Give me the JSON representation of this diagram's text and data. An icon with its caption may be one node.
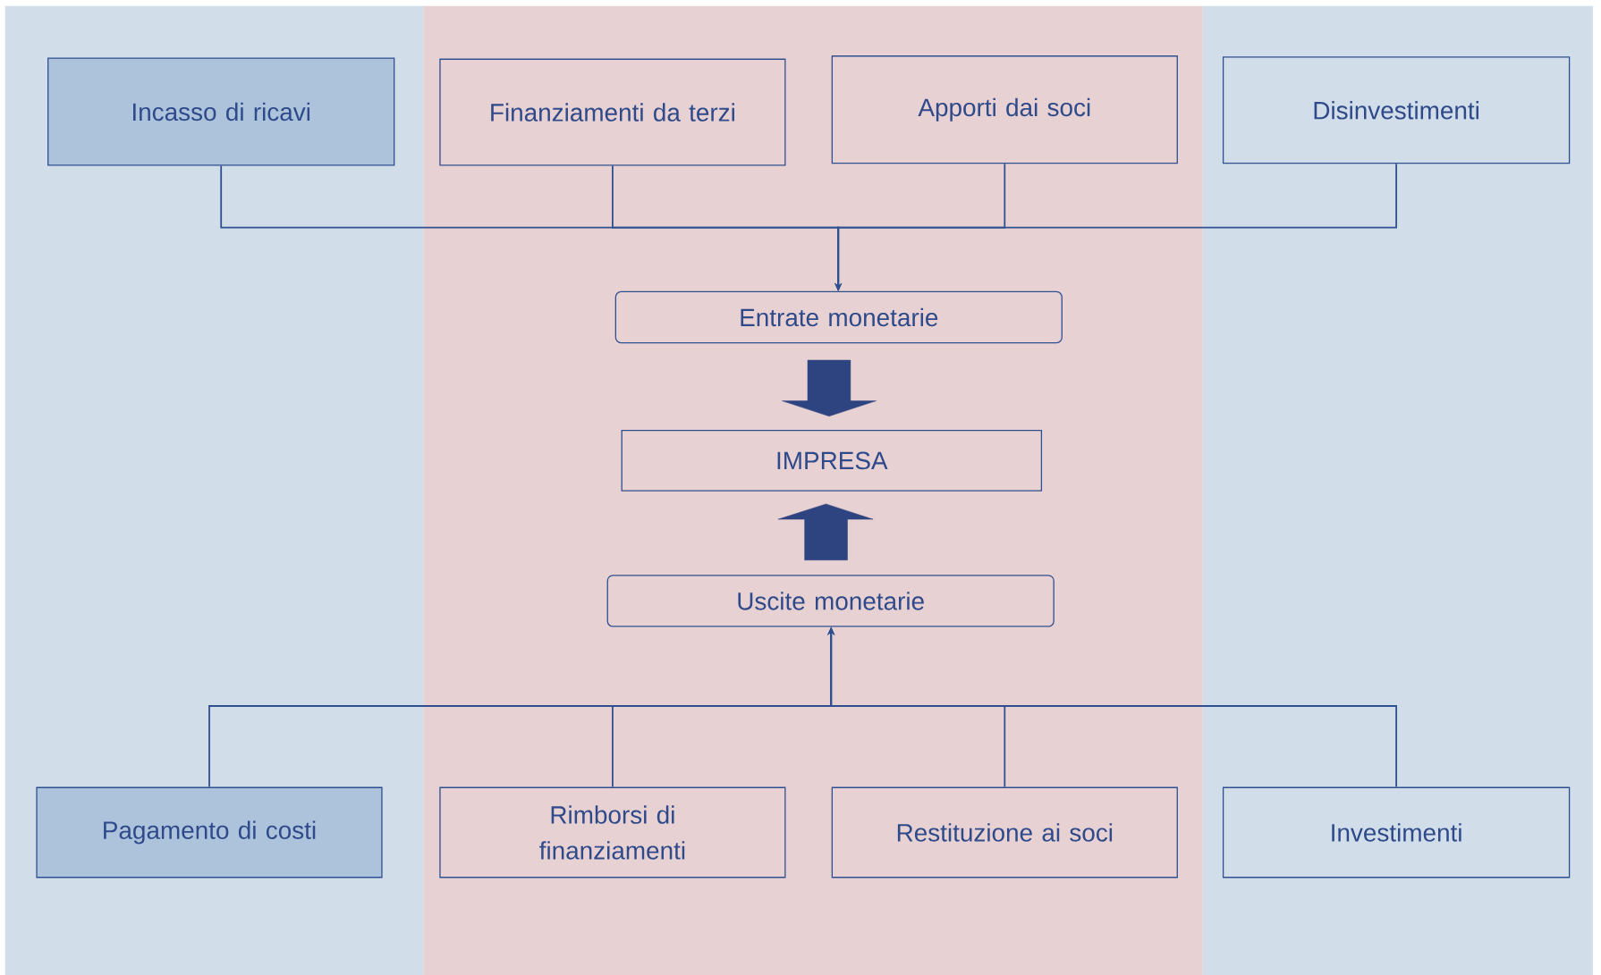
{
  "diagram": {
    "nodes": [
      {
        "text": [
          "Incasso di ricavi"
        ]
      },
      {
        "text": [
          "Finanziamenti da terzi"
        ]
      },
      {
        "text": [
          "Apporti dai soci"
        ]
      },
      {
        "text": [
          "Disinvestimenti"
        ]
      },
      {
        "text": [
          "Entrate monetarie"
        ]
      },
      {
        "text": [
          "IMPRESA"
        ]
      },
      {
        "text": [
          "Uscite monetarie"
        ]
      },
      {
        "text": [
          "Pagamento di costi"
        ]
      },
      {
        "text": [
          "Rimborsi di finanziamenti"
        ]
      },
      {
        "text": [
          "Restituzione ai soci"
        ]
      },
      {
        "text": [
          "Investimenti"
        ]
      }
    ],
    "edges": [
      {
        "from": 0,
        "to": 4,
        "arrow": "to"
      },
      {
        "from": 1,
        "to": 4,
        "arrow": "to"
      },
      {
        "from": 2,
        "to": 4,
        "arrow": "to"
      },
      {
        "from": 3,
        "to": 4,
        "arrow": "to"
      },
      {
        "from": 4,
        "to": 5,
        "arrow": "to",
        "style": "thick"
      },
      {
        "from": 6,
        "to": 5,
        "arrow": "to",
        "style": "thick"
      },
      {
        "from": 7,
        "to": 6,
        "arrow": "to"
      },
      {
        "from": 8,
        "to": 6,
        "arrow": "to"
      },
      {
        "from": 9,
        "to": 6,
        "arrow": "to"
      },
      {
        "from": 10,
        "to": 6,
        "arrow": "to"
      }
    ]
  }
}
